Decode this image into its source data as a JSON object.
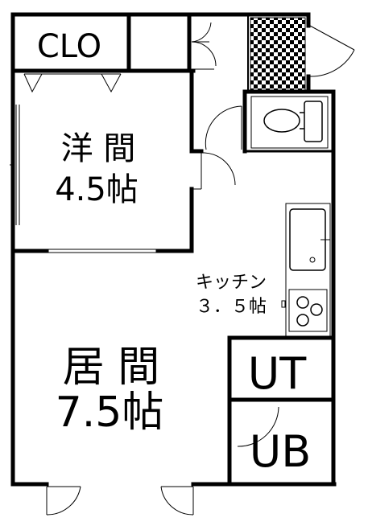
{
  "rooms": {
    "closet": {
      "label": "CLO"
    },
    "western_room": {
      "label": "洋 間",
      "size": "4.5帖"
    },
    "living_room": {
      "label": "居 間",
      "size": "7.5帖"
    },
    "kitchen": {
      "label": "キッチン",
      "size": "３．５帖"
    },
    "utility": {
      "label": "UT"
    },
    "unit_bath": {
      "label": "UB"
    }
  },
  "colors": {
    "wall": "#000000",
    "background": "#ffffff"
  }
}
